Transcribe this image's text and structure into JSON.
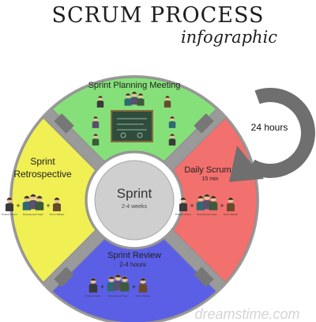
{
  "title": "SCRUM PROCESS",
  "subtitle": "infographic",
  "center": {
    "title": "Sprint",
    "duration": "2-4 weeks"
  },
  "segments": {
    "planning": {
      "title": "Sprint Planning Meeting",
      "color": "#86e07a"
    },
    "daily": {
      "title": "Daily Scrum",
      "duration": "15 min",
      "color": "#f2706d"
    },
    "review": {
      "title": "Sprint Review",
      "duration": "2-4 hours",
      "color": "#5b5fe6"
    },
    "retro": {
      "title_line1": "Sprint",
      "title_line2": "Retrospective",
      "color": "#f0ef54"
    }
  },
  "cycle": {
    "label": "24 hours",
    "arrow_color": "#6f6f6f"
  },
  "team_roles": [
    "Product Owner",
    "Development Team",
    "Scrum Master"
  ],
  "watermark": "dreamstime.com"
}
